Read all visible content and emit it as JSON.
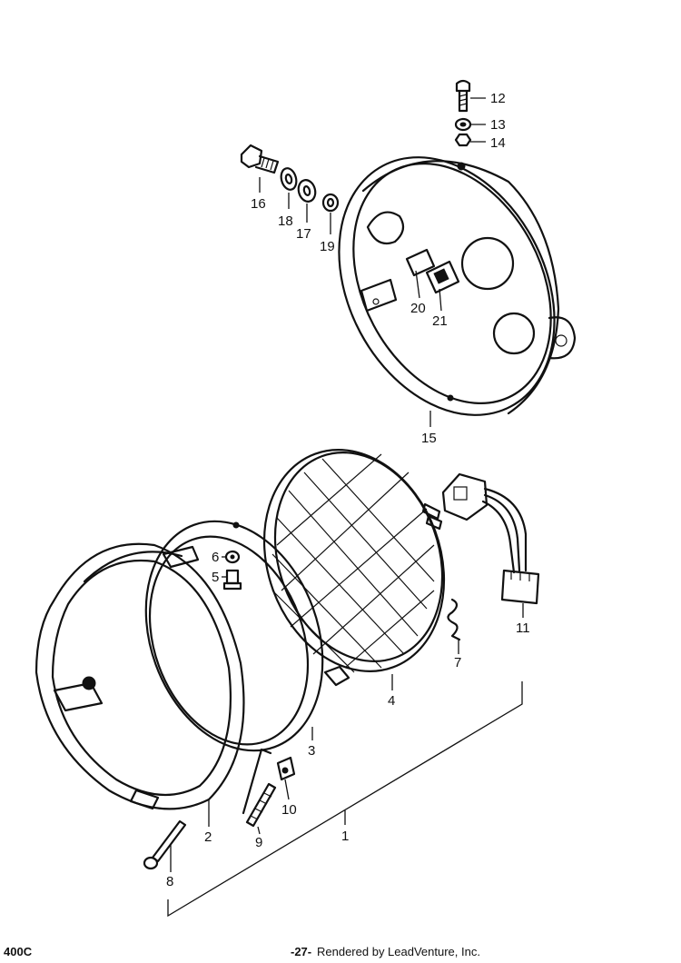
{
  "parts": {
    "p1": "1",
    "p2": "2",
    "p3": "3",
    "p4": "4",
    "p5": "5",
    "p6": "6",
    "p7": "7",
    "p8": "8",
    "p9": "9",
    "p10": "10",
    "p11": "11",
    "p12": "12",
    "p13": "13",
    "p14": "14",
    "p15": "15",
    "p16": "16",
    "p17": "17",
    "p18": "18",
    "p19": "19",
    "p20": "20",
    "p21": "21"
  },
  "footer": {
    "model": "400C",
    "page_number": "-27-",
    "credit": "Rendered by LeadVenture, Inc."
  }
}
